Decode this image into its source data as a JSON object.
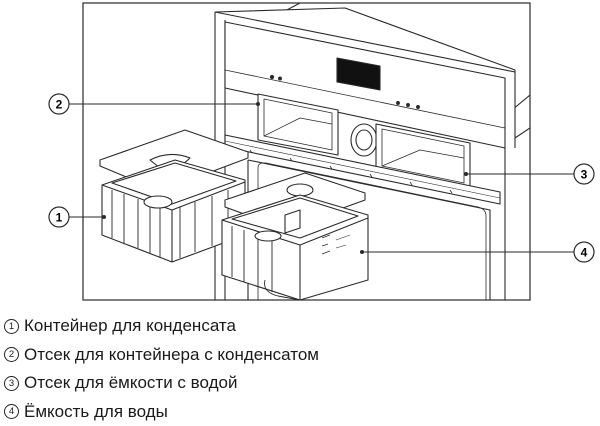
{
  "figure": {
    "callouts": [
      "1",
      "2",
      "3",
      "4"
    ]
  },
  "legend": {
    "items": [
      {
        "num": "1",
        "text": "Контейнер для конденсата"
      },
      {
        "num": "2",
        "text": "Отсек для контейнера с конденсатом"
      },
      {
        "num": "3",
        "text": "Отсек для ёмкости с водой"
      },
      {
        "num": "4",
        "text": "Ёмкость для воды"
      }
    ]
  }
}
